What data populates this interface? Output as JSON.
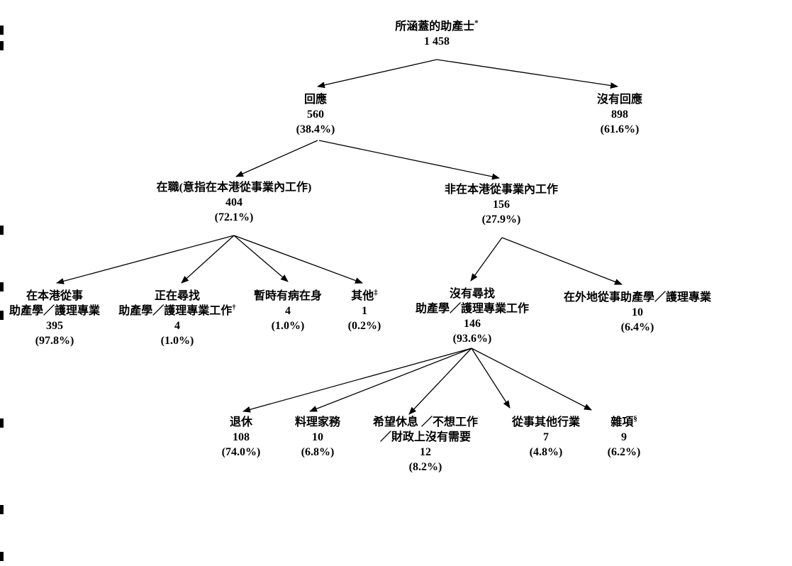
{
  "nodes": {
    "root": {
      "line1": "所涵蓋的助產士",
      "sup1": "*",
      "count": "1 458"
    },
    "responded": {
      "line1": "回應",
      "count": "560",
      "pct": "(38.4%)"
    },
    "no_response": {
      "line1": "沒有回應",
      "count": "898",
      "pct": "(61.6%)"
    },
    "working": {
      "line1": "在職(意指在本港從事業內工作)",
      "count": "404",
      "pct": "(72.1%)"
    },
    "not_working_hk": {
      "line1": "非在本港從事業內工作",
      "count": "156",
      "pct": "(27.9%)"
    },
    "practising_hk": {
      "line1": "在本港從事",
      "line2": "助產學／護理專業",
      "count": "395",
      "pct": "(97.8%)"
    },
    "seeking": {
      "line1": "正在尋找",
      "line2": "助產學／護理專業工作",
      "sup2": "†",
      "count": "4",
      "pct": "(1.0%)"
    },
    "sick": {
      "line1": "暫時有病在身",
      "count": "4",
      "pct": "(1.0%)"
    },
    "others": {
      "line1": "其他",
      "sup1": "‡",
      "count": "1",
      "pct": "(0.2%)"
    },
    "not_seeking": {
      "line1": "沒有尋找",
      "line2": "助產學／護理專業工作",
      "count": "146",
      "pct": "(93.6%)"
    },
    "overseas": {
      "line1": "在外地從事助產學／護理專業",
      "count": "10",
      "pct": "(6.4%)"
    },
    "retired": {
      "line1": "退休",
      "count": "108",
      "pct": "(74.0%)"
    },
    "housework": {
      "line1": "料理家務",
      "count": "10",
      "pct": "(6.8%)"
    },
    "rest": {
      "line1": "希望休息 ／不想工作",
      "line2": "／財政上沒有需要",
      "count": "12",
      "pct": "(8.2%)"
    },
    "other_industry": {
      "line1": "從事其他行業",
      "count": "7",
      "pct": "(4.8%)"
    },
    "misc": {
      "line1": "雜項",
      "sup1": "§",
      "count": "9",
      "pct": "(6.2%)"
    }
  },
  "edges": [
    [
      "root",
      "responded"
    ],
    [
      "root",
      "no_response"
    ],
    [
      "responded",
      "working"
    ],
    [
      "responded",
      "not_working_hk"
    ],
    [
      "working",
      "practising_hk"
    ],
    [
      "working",
      "seeking"
    ],
    [
      "working",
      "sick"
    ],
    [
      "working",
      "others"
    ],
    [
      "not_working_hk",
      "not_seeking"
    ],
    [
      "not_working_hk",
      "overseas"
    ],
    [
      "not_seeking",
      "retired"
    ],
    [
      "not_seeking",
      "housework"
    ],
    [
      "not_seeking",
      "rest"
    ],
    [
      "not_seeking",
      "other_industry"
    ],
    [
      "not_seeking",
      "misc"
    ]
  ]
}
